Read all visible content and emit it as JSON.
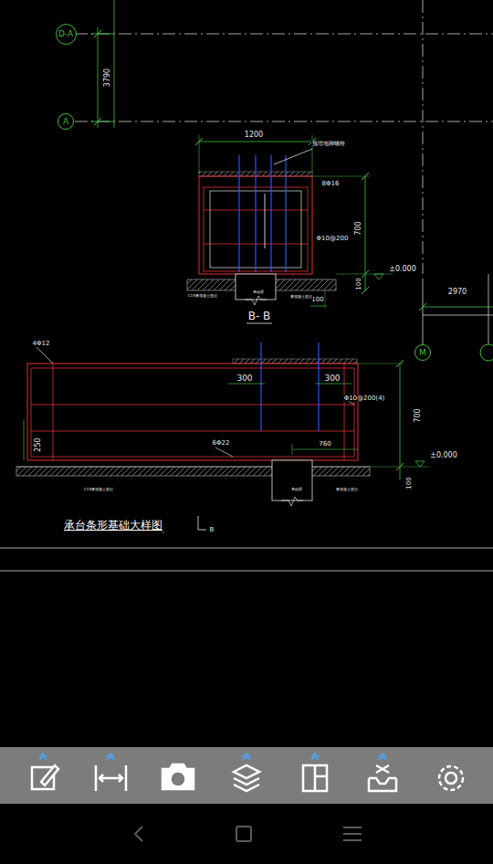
{
  "diagram": {
    "caption": "承台条形基础大样图",
    "nodes": [
      {
        "text": [
          "D-A"
        ]
      },
      {
        "text": [
          "A"
        ]
      },
      {
        "text": [
          "M"
        ]
      }
    ],
    "labels": [
      "3790",
      "1200",
      "预埋地脚螺栓",
      "8Φ16",
      "700",
      "Φ10@200",
      "±0.000",
      "100",
      "100",
      "C15素混凝土垫层",
      "基础梁",
      "素混凝土垫层",
      "B- B",
      "2970",
      "4Φ12",
      "300",
      "300",
      "Φ10@200(4)",
      "700",
      "250",
      "6Φ22",
      "760",
      "±0.000",
      "100",
      "C15素混凝土垫层",
      "基础梁",
      "素混凝土垫层",
      "B"
    ]
  }
}
